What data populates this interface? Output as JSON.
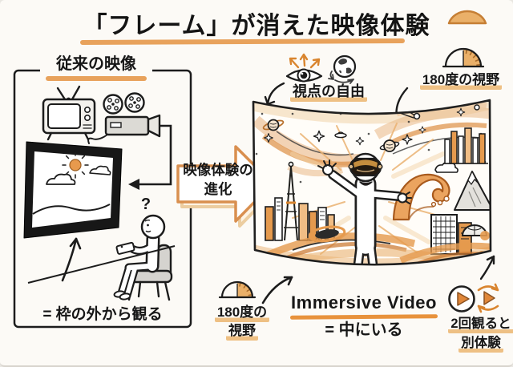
{
  "title": "「フレーム」が消えた映像体験",
  "left_panel": {
    "heading": "従来の映像",
    "question_mark": "?",
    "caption": "= 枠の外から観る"
  },
  "transition": {
    "line1": "映像体験の",
    "line2": "進化"
  },
  "viewpoint": {
    "label": "視点の自由"
  },
  "fov_top": {
    "label": "180度の視野"
  },
  "fov_bottom": {
    "line1": "180度の",
    "line2": "視野"
  },
  "immersive": {
    "title": "Immersive Video",
    "subtitle": "= 中にいる"
  },
  "rewatch": {
    "line1": "2回観ると",
    "line2": "別体験"
  },
  "colors": {
    "ink": "#1c1c1c",
    "accent_orange": "#e0873a",
    "highlight_tan": "#edbb7a",
    "underline_orange": "#e8923c",
    "gray_fill": "#d5d3cf",
    "background": "#fcfaf6"
  },
  "icon_names": [
    "tv-icon",
    "film-projector-icon",
    "picture-frame",
    "sun-icon",
    "cloud-icon",
    "viewer-person",
    "remote-icon",
    "chair-icon",
    "question-mark",
    "eye-icon",
    "globe-icon",
    "protractor-gauge-icon",
    "block-arrow-right-icon",
    "immersive-screen",
    "galaxy-swirl",
    "planet-icon",
    "star-icon",
    "comet-icon",
    "city-skyline",
    "tower-spire-icon",
    "wave-icon",
    "mountain-icon",
    "dome-icon",
    "vr-headset-person",
    "play-circle-icon",
    "replay-icon",
    "curved-arrow-icon",
    "decorative-arc"
  ]
}
